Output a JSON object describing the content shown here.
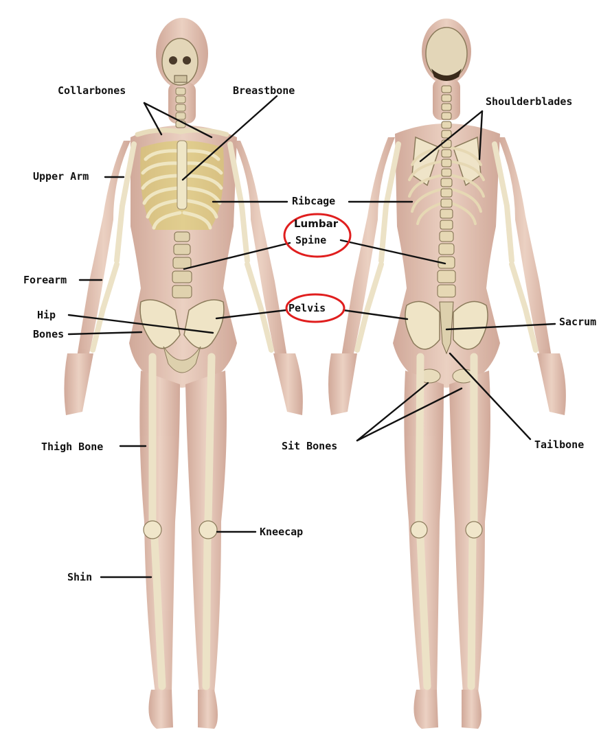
{
  "labels": {
    "collarbones": "Collarbones",
    "breastbone": "Breastbone",
    "shoulderblades": "Shoulderblades",
    "upper_arm": "Upper Arm",
    "ribcage": "Ribcage",
    "lumbar": "Lumbar",
    "spine": "Spine",
    "forearm": "Forearm",
    "hip": "Hip",
    "bones": "Bones",
    "pelvis": "Pelvis",
    "sacrum": "Sacrum",
    "sit_bones": "Sit Bones",
    "tailbone": "Tailbone",
    "thigh_bone": "Thigh Bone",
    "kneecap": "Kneecap",
    "shin": "Shin"
  },
  "colors": {
    "highlight": "#e01e1e",
    "skin": "#dcb8a6",
    "bone": "#e6dcc0",
    "rib_glow": "#d8cc66",
    "line": "#111111"
  }
}
